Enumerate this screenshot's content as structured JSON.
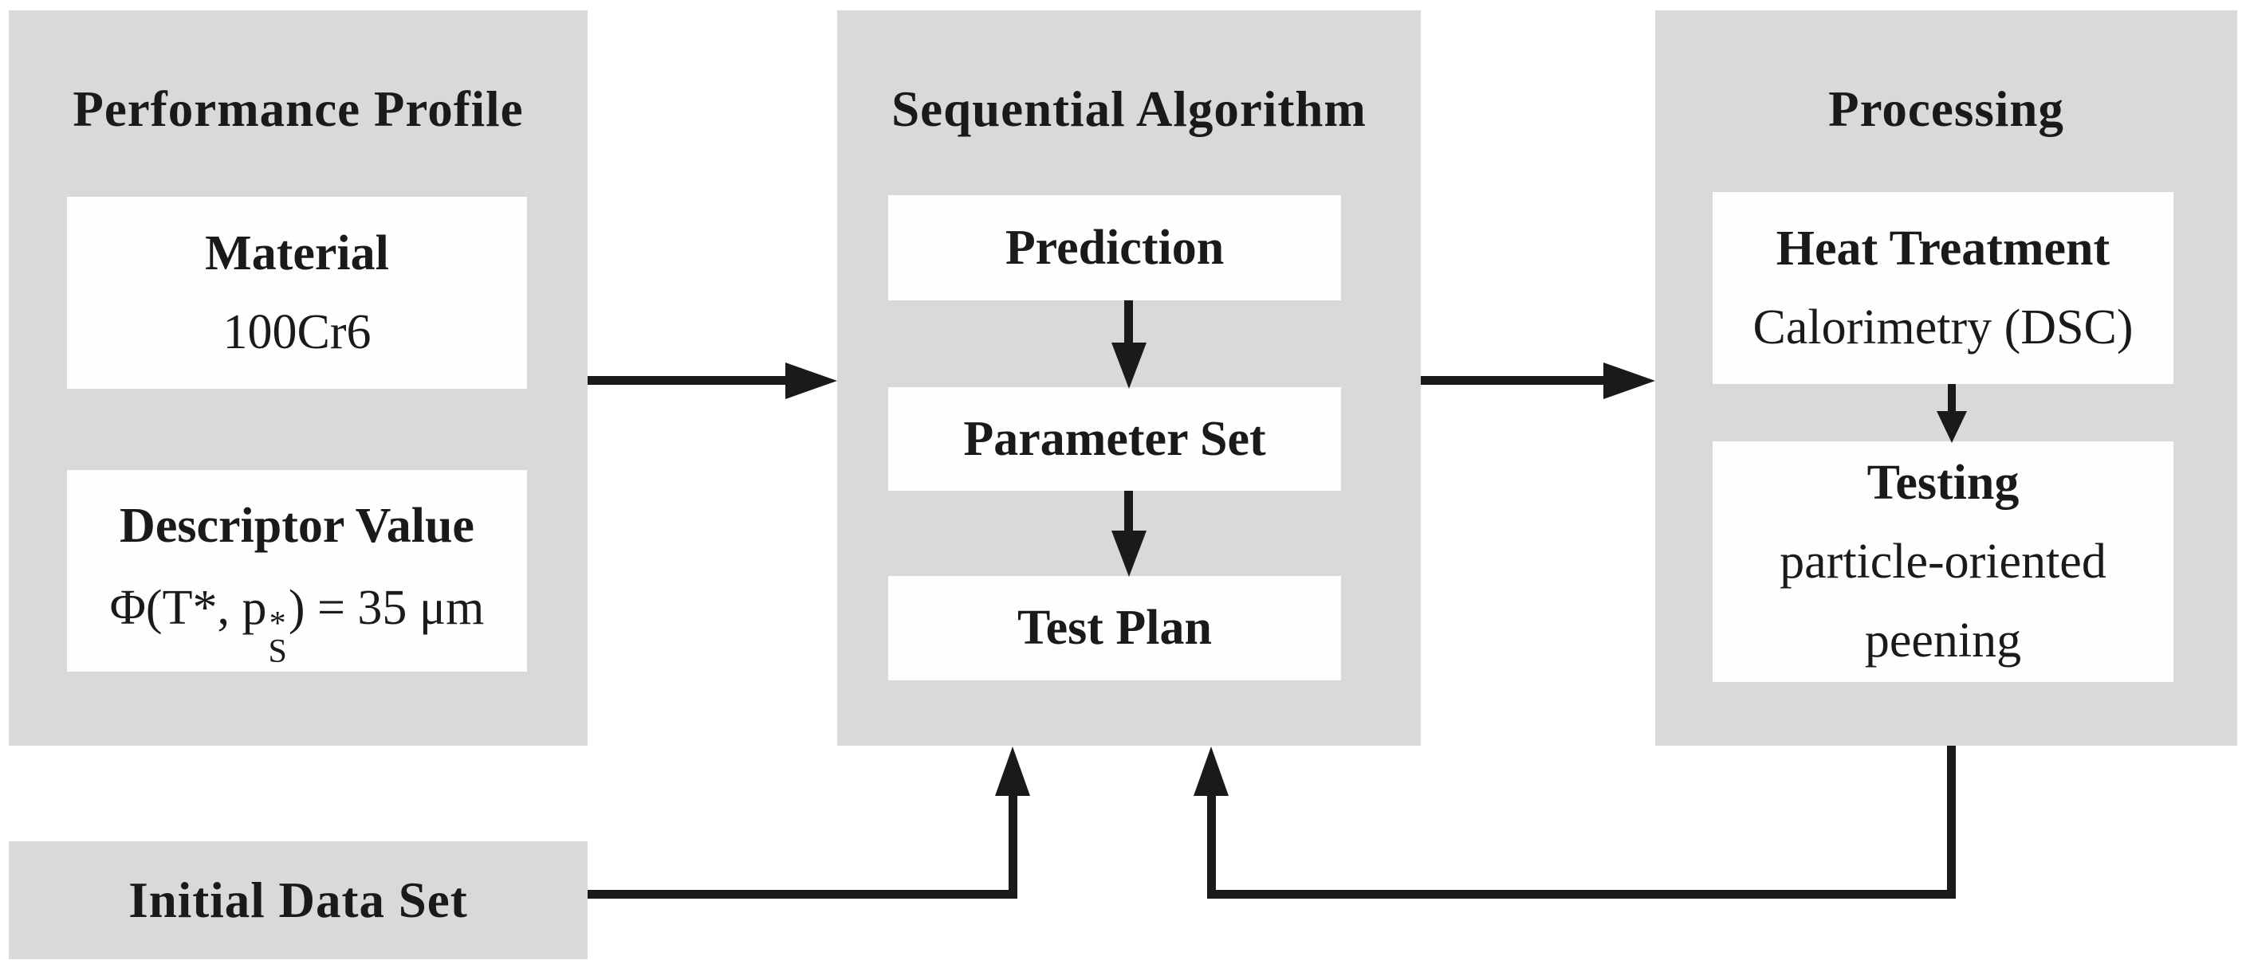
{
  "figure": {
    "background": "#ffffff",
    "panel_color": "#d9d9d9",
    "box_color": "#fefefe",
    "ink_color": "#1a1a1a"
  },
  "panels": {
    "performance_profile": {
      "title": "Performance Profile",
      "material": {
        "heading": "Material",
        "value": "100Cr6"
      },
      "descriptor": {
        "heading": "Descriptor Value",
        "formula": {
          "prefix": "Φ(T*, p",
          "p_sup": "*",
          "p_sub": "S",
          "suffix": ") = 35 μm"
        }
      }
    },
    "sequential_algorithm": {
      "title": "Sequential Algorithm",
      "steps": [
        "Prediction",
        "Parameter Set",
        "Test Plan"
      ]
    },
    "processing": {
      "title": "Processing",
      "heat_treatment": {
        "heading": "Heat Treatment",
        "value": "Calorimetry (DSC)"
      },
      "testing": {
        "heading": "Testing",
        "line1": "particle-oriented",
        "line2": "peening"
      }
    },
    "initial_data_set": {
      "label": "Initial Data Set"
    }
  }
}
